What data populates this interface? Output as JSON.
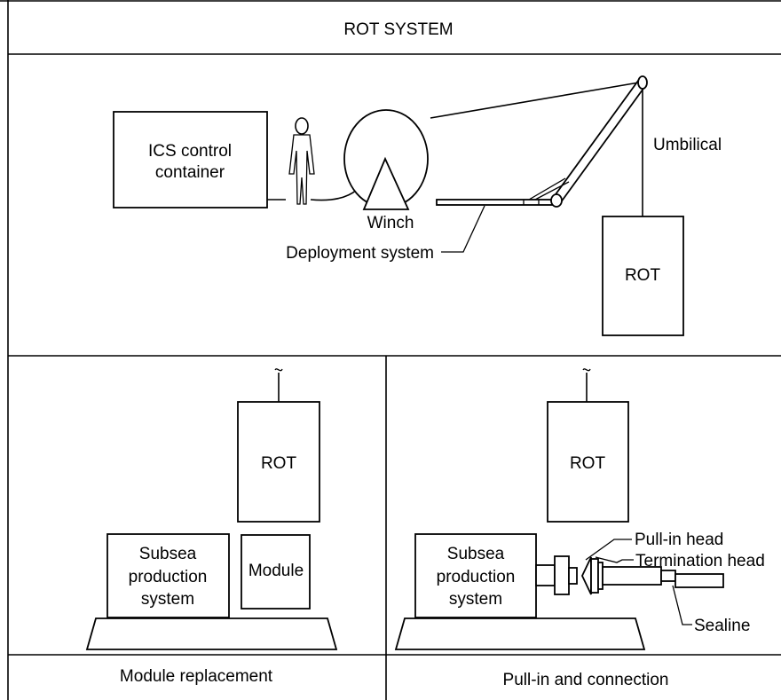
{
  "header": {
    "title": "ROT SYSTEM"
  },
  "top_panel": {
    "ics_line1": "ICS control",
    "ics_line2": "container",
    "winch": "Winch",
    "deployment": "Deployment system",
    "umbilical": "Umbilical",
    "rot": "ROT"
  },
  "left_panel": {
    "rot": "ROT",
    "sps_line1": "Subsea",
    "sps_line2": "production",
    "sps_line3": "system",
    "module": "Module",
    "caption": "Module replacement"
  },
  "right_panel": {
    "rot": "ROT",
    "sps_line1": "Subsea",
    "sps_line2": "production",
    "sps_line3": "system",
    "pull_in_head": "Pull-in head",
    "termination_head": "Termination head",
    "sealine": "Sealine",
    "caption": "Pull-in and connection"
  }
}
